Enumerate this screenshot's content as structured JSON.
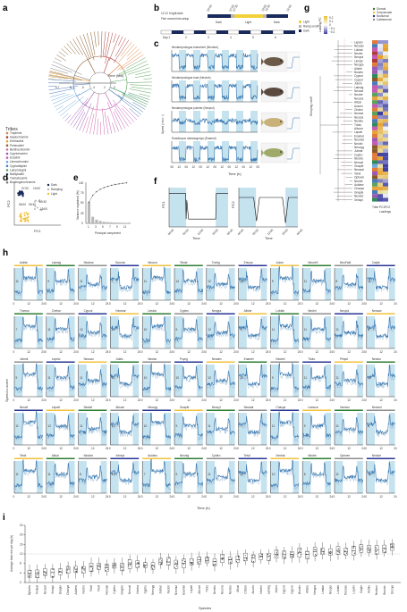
{
  "panel_letters": [
    "a",
    "b",
    "c",
    "d",
    "e",
    "f",
    "g",
    "h",
    "i"
  ],
  "panel_a": {
    "time_label": "Time (Ma)",
    "time_ticks": [
      "9.7",
      "8",
      "6",
      "4",
      "2",
      "0"
    ],
    "legend_title": "Tribes",
    "tribes": [
      {
        "name": "Tropheini",
        "color": "#e07b39"
      },
      {
        "name": "Haplochromini",
        "color": "#b23a3a"
      },
      {
        "name": "Eretmodini",
        "color": "#e8a33d"
      },
      {
        "name": "Perissodini",
        "color": "#8a5a2b"
      },
      {
        "name": "Benthochromini",
        "color": "#d26aa8"
      },
      {
        "name": "Cyprichromini",
        "color": "#9b59b6"
      },
      {
        "name": "Ectodini",
        "color": "#c45ab3"
      },
      {
        "name": "Limnochromini",
        "color": "#6fa8dc"
      },
      {
        "name": "Cyphotilapiini",
        "color": "#4a7ab8"
      },
      {
        "name": "Lamprologini",
        "color": "#5ba35b"
      },
      {
        "name": "Bathybatini",
        "color": "#3b6ea5"
      },
      {
        "name": "Trematocarini",
        "color": "#2e8b57"
      },
      {
        "name": "Boulengerochromini",
        "color": "#7f7f7f"
      }
    ]
  },
  "panel_b": {
    "light_label": "12:12 h light:dark",
    "move_label": "Fish moved into setup",
    "phase_labels": [
      "Dark",
      "Light",
      "Dark"
    ],
    "days": [
      "Day 1",
      "2",
      "3",
      "4",
      "5",
      "6"
    ],
    "legend": [
      "Light",
      "Ramp on/off",
      "Dark"
    ],
    "times": [
      "00:00",
      "07:00",
      "07:30",
      "19:00",
      "19:30",
      "24:00"
    ]
  },
  "panel_c": {
    "species": [
      "Neolamprologus buescheri (Neobue)",
      "Neolamprologus toae (Neotoe)",
      "Neolamprologus pulcher (Neopul)",
      "Enantiopus melanogenys (Enamel)"
    ],
    "ylabel": "Speed (cm s⁻¹)",
    "xticks": [
      "00",
      "12",
      "00",
      "12",
      "00",
      "12",
      "00",
      "12",
      "00",
      "12",
      "00",
      "12",
      "00"
    ],
    "xlabel": "Time (h)"
  },
  "panel_d": {
    "xlabel": "PC1",
    "ylabel": "PC2",
    "legend": [
      "Dark",
      "Ramping",
      "Light"
    ],
    "annotations": [
      "07:00",
      "19:00",
      "06:00",
      "05:30",
      "19:30",
      "15:00"
    ]
  },
  "panel_e": {
    "xlabel": "Principal component",
    "ylabel": "Variance explained (%)",
    "xticks": [
      "1",
      "3",
      "5",
      "7",
      "9",
      "11"
    ],
    "yticks": [
      "0",
      "25",
      "50",
      "75",
      "100"
    ]
  },
  "panel_f": {
    "left_ylabel": "PC1",
    "right_ylabel": "PC2",
    "xlabel": "Time",
    "xticks": [
      "00:00",
      "06:00",
      "12:00",
      "18:00",
      "00:00"
    ]
  },
  "panel_g": {
    "legend": [
      "Diurnal",
      "Crepuscular",
      "Nocturnal",
      "Cathemeral"
    ],
    "legend_colors": [
      "#2e7d32",
      "#f2c23b",
      "#283593",
      "#8e8e8e"
    ],
    "scale_label": "Loading PC",
    "scale_ticks": [
      "0.2",
      "0.1",
      "0",
      "−0.1",
      "−0.2"
    ],
    "side_label": "Grouping cutoff",
    "xlabels": [
      "Tribe",
      "PC1",
      "PC2"
    ],
    "bottom_label": "Loadings",
    "species": [
      "Lepelo",
      "Neosav",
      "Lobiab",
      "Neobri",
      "Neopul",
      "Limdar",
      "Neogra",
      "Altshe",
      "Bouelo",
      "Cypcoi",
      "Cypcol",
      "Julorn",
      "Lamsig",
      "Neotoe",
      "Neotre",
      "Neocra",
      "Altcal",
      "Auscin",
      "Ctrden",
      "Neotoe",
      "Neocra",
      "Neoleu",
      "Trioto",
      "Altcom",
      "Lepatt",
      "Enamel",
      "Neomul",
      "Neobri",
      "Neocyg",
      "Julmar",
      "Cyptru",
      "Neotra",
      "Neocal",
      "Gnapfe",
      "Neowal",
      "Telvit",
      "Ophven",
      "Neotre",
      "Auldew",
      "Chacya",
      "Gnaple",
      "Neoset",
      "Xenspi"
    ]
  },
  "panel_h": {
    "ylabel": "Speed z-score",
    "xlabel": "Time (h)",
    "rows": [
      [
        {
          "name": "Asthie",
          "n": "11"
        },
        {
          "name": "Lamsig",
          "n": "9"
        },
        {
          "name": "Neobue",
          "n": "11"
        },
        {
          "name": "Boumic",
          "n": "7"
        },
        {
          "name": "Neocra",
          "n": "11"
        },
        {
          "name": "Telvat",
          "n": "14"
        },
        {
          "name": "Trohig",
          "n": "12"
        },
        {
          "name": "Erecya",
          "n": "13"
        },
        {
          "name": "Julorn",
          "n": "9"
        },
        {
          "name": "NeoveS",
          "n": "11"
        },
        {
          "name": "NeoFaM",
          "n": "8"
        },
        {
          "name": "Calple",
          "n": "11"
        }
      ],
      [
        {
          "name": "Tromoo",
          "n": "7"
        },
        {
          "name": "Chehor",
          "n": "11"
        },
        {
          "name": "Cypcol",
          "n": "12"
        },
        {
          "name": "Neomar",
          "n": "11"
        },
        {
          "name": "Limdar",
          "n": "10"
        },
        {
          "name": "Cypleo",
          "n": "6"
        },
        {
          "name": "Neogra",
          "n": "12"
        },
        {
          "name": "Altshe",
          "n": "9"
        },
        {
          "name": "Loblab",
          "n": "11"
        },
        {
          "name": "Neobri",
          "n": "11"
        },
        {
          "name": "Neopul",
          "n": "11"
        },
        {
          "name": "Neosav",
          "n": "8"
        }
      ],
      [
        {
          "name": "Julmrk",
          "n": "9"
        },
        {
          "name": "Lepelo",
          "n": "11"
        },
        {
          "name": "Neocau",
          "n": "11"
        },
        {
          "name": "Juldic",
          "n": "11"
        },
        {
          "name": "Neolon",
          "n": "10"
        },
        {
          "name": "Pcyng",
          "n": "10"
        },
        {
          "name": "Neodev",
          "n": "12"
        },
        {
          "name": "Enamel",
          "n": "13"
        },
        {
          "name": "Neohel",
          "n": "9"
        },
        {
          "name": "Trioto",
          "n": "11"
        },
        {
          "name": "Petpol",
          "n": "11"
        },
        {
          "name": "Neolon",
          "n": "10"
        }
      ],
      [
        {
          "name": "Neooli",
          "n": "11"
        },
        {
          "name": "Lepatt",
          "n": "12"
        },
        {
          "name": "Neofal",
          "n": "11"
        },
        {
          "name": "Altcom",
          "n": "12"
        },
        {
          "name": "Neocyg",
          "n": "10"
        },
        {
          "name": "Gnapfe",
          "n": "9"
        },
        {
          "name": "Neocyl",
          "n": "11"
        },
        {
          "name": "Neowal",
          "n": "7"
        },
        {
          "name": "Chacya",
          "n": "11"
        },
        {
          "name": "Lamoca",
          "n": "9"
        },
        {
          "name": "Varmoo",
          "n": "11"
        },
        {
          "name": "Neomul",
          "n": "8"
        }
      ],
      [
        {
          "name": "Telvit",
          "n": "11"
        },
        {
          "name": "Altcal",
          "n": "11"
        },
        {
          "name": "Neobre",
          "n": "8"
        },
        {
          "name": "Xenspi",
          "n": "13"
        },
        {
          "name": "Auldew",
          "n": "7"
        },
        {
          "name": "Neonig",
          "n": "9"
        },
        {
          "name": "Cphfro",
          "n": "11"
        },
        {
          "name": "Telvil",
          "n": "11"
        },
        {
          "name": "Xenbat",
          "n": "10"
        },
        {
          "name": "Neotre",
          "n": "8"
        },
        {
          "name": "Ophven",
          "n": "11"
        },
        {
          "name": "Neotoe",
          "n": "11"
        }
      ]
    ],
    "xticks": [
      "0",
      "12",
      "24"
    ]
  },
  "panel_i": {
    "ylabel": "Average total rest per day (h)",
    "xlabel": "Species",
    "yticks": [
      "0",
      "4",
      "8",
      "12",
      "16",
      "20",
      "24"
    ],
    "species": [
      "Ophven",
      "Xenbat",
      "Neoset",
      "Xenspi",
      "Gnaple",
      "Chacya",
      "Auldew",
      "Neotre",
      "Telvit",
      "Telvil",
      "Neowal",
      "Cphfro",
      "Gnapfe",
      "Neocal",
      "Neotra",
      "Cyptru",
      "Neocyg",
      "Julmar",
      "Neobri",
      "Neomul",
      "Enamel",
      "Lepatt",
      "Altcom",
      "Trioto",
      "Neoleu",
      "Neocra",
      "Neotoe",
      "Altcal",
      "Ctrden",
      "Auscin",
      "Neotre",
      "Lamsig",
      "Julorn",
      "Cypcol",
      "Cypcoi",
      "Bouelo",
      "Altshe",
      "Neogra",
      "Limdar",
      "Neopul",
      "Lobiab",
      "Neosav",
      "Lepelo",
      "Calple",
      "Asthie",
      "Neobue",
      "Boumic",
      "Erecya"
    ]
  }
}
